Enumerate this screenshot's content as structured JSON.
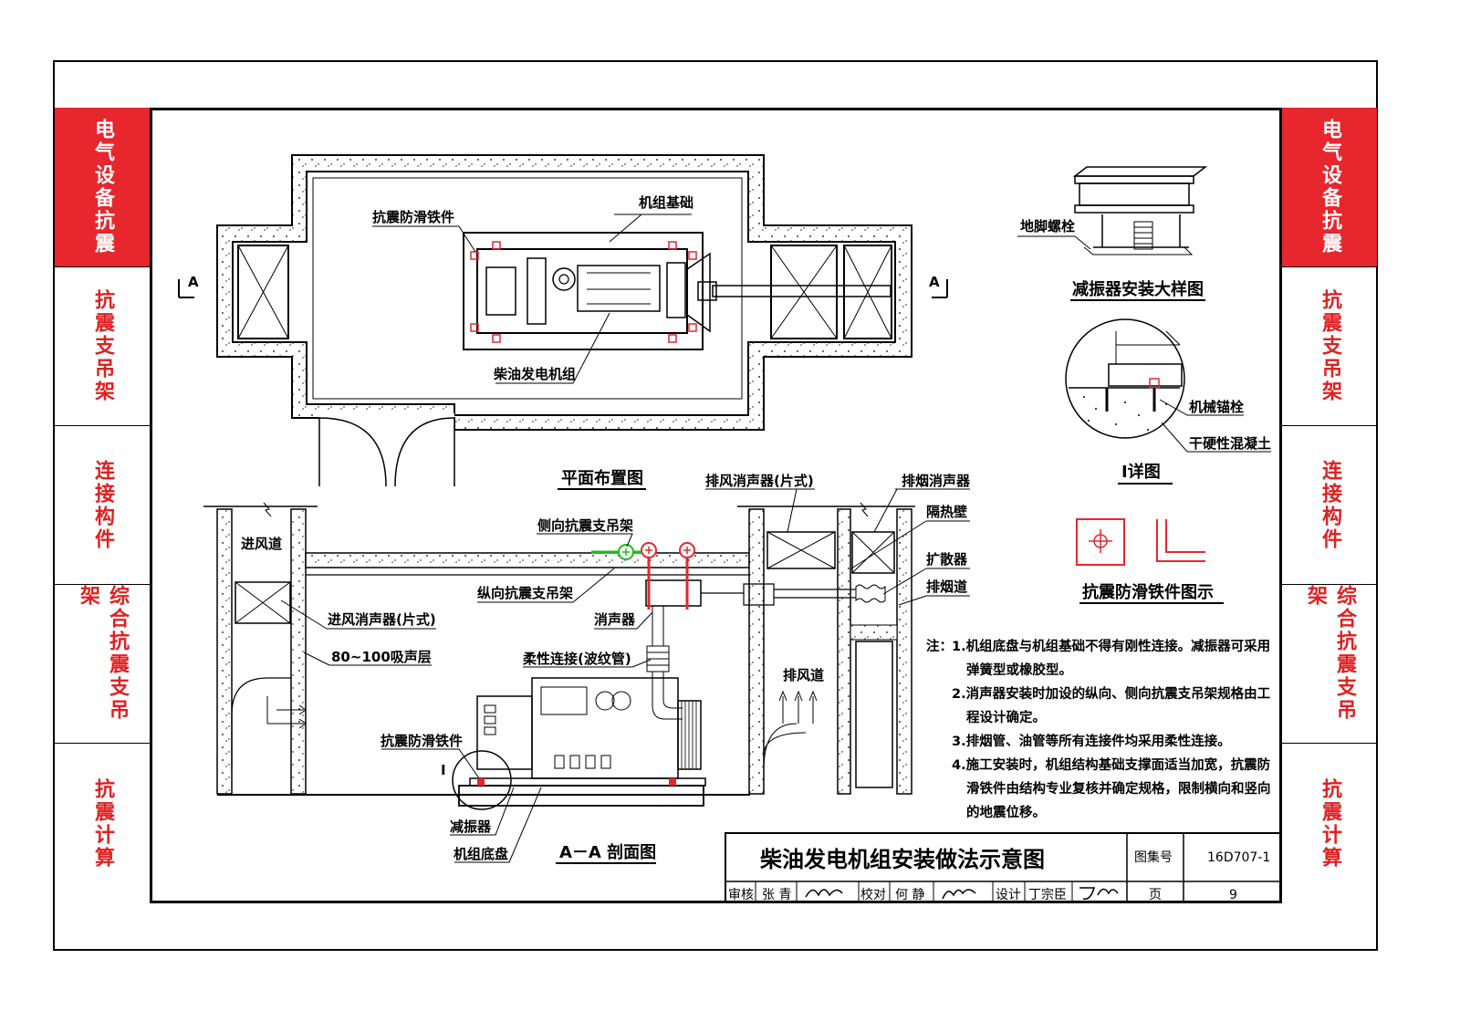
{
  "sidebar": {
    "tabs": [
      {
        "label": "电气设备抗震",
        "active": true
      },
      {
        "label": "抗震支吊架",
        "active": false
      },
      {
        "label": "连接构件",
        "active": false
      },
      {
        "label": "综合抗震支吊架",
        "active": false
      },
      {
        "label": "抗震计算",
        "active": false
      }
    ]
  },
  "plan": {
    "title": "平面布置图",
    "section_mark": "A",
    "labels": {
      "anti_slip": "抗震防滑铁件",
      "foundation": "机组基础",
      "genset": "柴油发电机组"
    }
  },
  "section": {
    "title": "A－A 剖面图",
    "labels": {
      "intake_duct": "进风道",
      "intake_silencer": "进风消声器(片式)",
      "absorb_layer": "80~100吸声层",
      "lateral_brace": "侧向抗震支吊架",
      "longitudinal_brace": "纵向抗震支吊架",
      "silencer": "消声器",
      "flex_conn": "柔性连接(波纹管)",
      "anti_slip": "抗震防滑铁件",
      "detail_mark": "I",
      "damper": "减振器",
      "base_pan": "机组底盘",
      "exhaust_silencer_plate": "排风消声器(片式)",
      "smoke_silencer": "排烟消声器",
      "heat_wall": "隔热壁",
      "diffuser": "扩散器",
      "smoke_duct": "排烟道",
      "exhaust_duct": "排风道"
    }
  },
  "damper_detail": {
    "title": "减振器安装大样图",
    "bolt_label": "地脚螺栓"
  },
  "detail_i": {
    "title": "I详图",
    "anchor_label": "机械锚栓",
    "concrete_label": "干硬性混凝土"
  },
  "anti_slip_legend": {
    "title": "抗震防滑铁件图示"
  },
  "notes": {
    "prefix": "注：",
    "lines": [
      "1.机组底盘与机组基础不得有刚性连接。减振器可采用",
      "弹簧型或橡胶型。",
      "2.消声器安装时加设的纵向、侧向抗震支吊架规格由工",
      "程设计确定。",
      "3.排烟管、油管等所有连接件均采用柔性连接。",
      "4.施工安装时，机组结构基础支撑面适当加宽，抗震防",
      "滑铁件由结构专业复核并确定规格，限制横向和竖向",
      "的地震位移。"
    ]
  },
  "title_block": {
    "title": "柴油发电机组安装做法示意图",
    "atlas_label": "图集号",
    "atlas_no": "16D707-1",
    "review_label": "审核",
    "reviewer": "张 青",
    "check_label": "校对",
    "checker": "何 静",
    "design_label": "设计",
    "designer": "丁宗臣",
    "page_label": "页",
    "page_no": "9"
  },
  "colors": {
    "accent_red": "#e8262d",
    "tab_text_red": "#e02020",
    "brace_green": "#22b822"
  }
}
